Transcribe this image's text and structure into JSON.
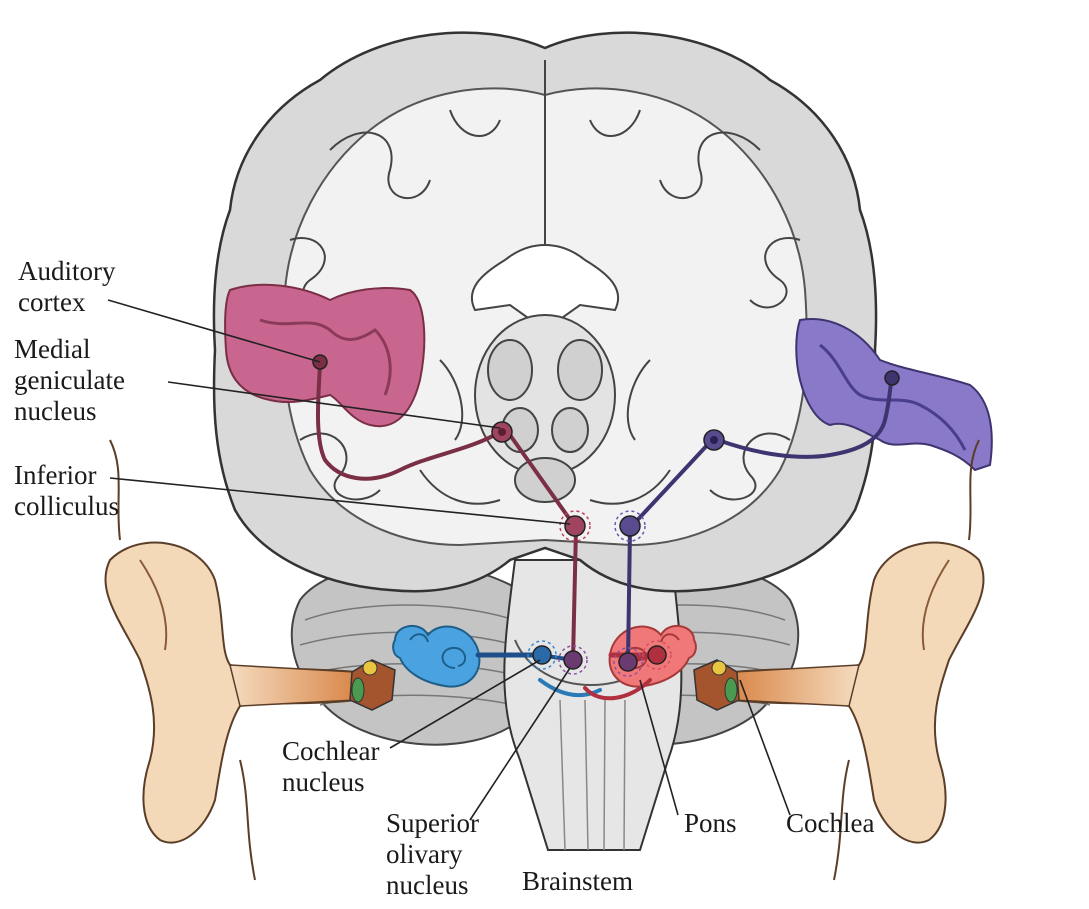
{
  "labels": {
    "auditory_cortex": "Auditory\ncortex",
    "medial_geniculate": "Medial\ngeniculate\nnucleus",
    "inferior_colliculus": "Inferior\ncolliculus",
    "cochlear_nucleus": "Cochlear\nnucleus",
    "superior_olivary": "Superior\nolivary\nnucleus",
    "brainstem": "Brainstem",
    "pons": "Pons",
    "cochlea": "Cochlea"
  },
  "colors": {
    "brain_fill": "#d9d9d9",
    "white_matter": "#ffffff",
    "outline": "#333333",
    "left_pathway": "#7a2f45",
    "right_pathway": "#3d3470",
    "left_cortex": "#c9668f",
    "right_cortex": "#8a78c8",
    "left_cochlea": "#4aa3e0",
    "right_cochlea": "#f07878",
    "ear_skin": "#f3d9b8",
    "ear_canal": "#e09a5e",
    "cerebellum": "#bdbdbd"
  }
}
